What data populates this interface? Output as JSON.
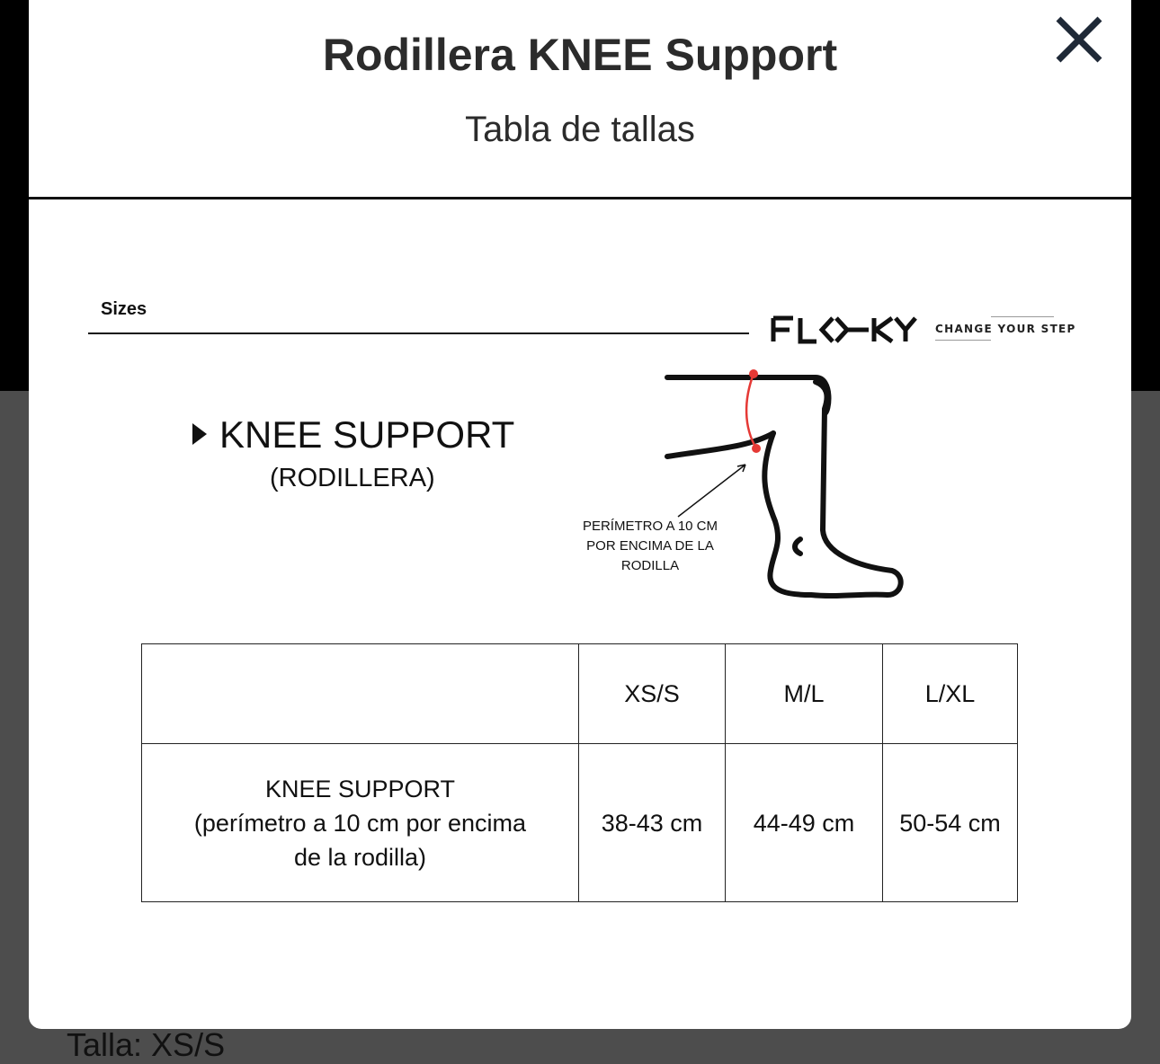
{
  "modal": {
    "title": "Rodillera KNEE Support",
    "subtitle": "Tabla de tallas",
    "close_icon": "close-x-icon"
  },
  "chart_image": {
    "sizes_label": "Sizes",
    "brand_logo": "FLOKY",
    "brand_tagline": "CHANGE YOUR STEP",
    "product_heading": "KNEE SUPPORT",
    "product_subheading": "(RODILLERA)",
    "measure_note": [
      "PERÍMETRO A 10 CM",
      "POR ENCIMA DE LA",
      "RODILLA"
    ],
    "accent_color": "#e53935"
  },
  "size_table": {
    "headers": [
      "",
      "XS/S",
      "M/L",
      "L/XL"
    ],
    "row": {
      "label": [
        "KNEE SUPPORT",
        "(perímetro a 10 cm por encima",
        "de la rodilla)"
      ],
      "values": [
        "38-43 cm",
        "44-49 cm",
        "50-54 cm"
      ]
    }
  },
  "background": {
    "size_label": "Talla:  XS/S"
  }
}
